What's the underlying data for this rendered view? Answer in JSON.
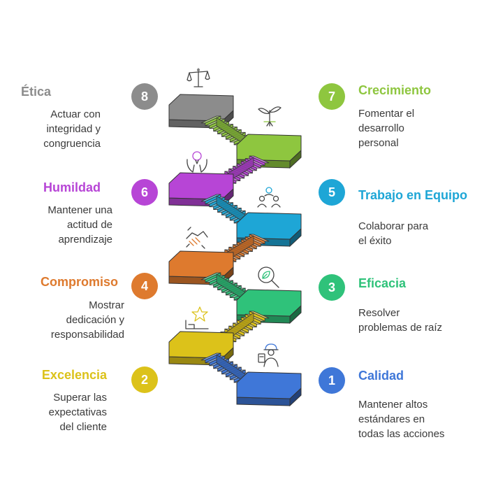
{
  "colors": {
    "blue": "#3f77d8",
    "yellow": "#dcc21a",
    "green": "#2fc27a",
    "orange": "#de7a2e",
    "cyan": "#1ea6d6",
    "purple": "#b745d6",
    "lime": "#8ec63f",
    "gray": "#8c8c8c"
  },
  "steps": [
    {
      "number": "1",
      "title": "Calidad",
      "description": "Mantener altos\nestándares en\ntodas las acciones",
      "color": "#3f77d8",
      "icon": "worker-icon"
    },
    {
      "number": "2",
      "title": "Excelencia",
      "description": "Superar las\nexpectativas\ndel cliente",
      "color": "#dcc21a",
      "icon": "star-trophy-icon"
    },
    {
      "number": "3",
      "title": "Eficacia",
      "description": "Resolver\nproblemas de raíz",
      "color": "#2fc27a",
      "icon": "magnifier-leaf-icon"
    },
    {
      "number": "4",
      "title": "Compromiso",
      "description": "Mostrar\ndedicación y\nresponsabilidad",
      "color": "#de7a2e",
      "icon": "handshake-icon"
    },
    {
      "number": "5",
      "title": "Trabajo en Equipo",
      "description": "Colaborar para\nel éxito",
      "color": "#1ea6d6",
      "icon": "team-icon"
    },
    {
      "number": "6",
      "title": "Humildad",
      "description": "Mantener una\nactitud de\naprendizaje",
      "color": "#b745d6",
      "icon": "open-hands-icon"
    },
    {
      "number": "7",
      "title": "Crecimiento",
      "description": "Fomentar el\ndesarrollo\npersonal",
      "color": "#8ec63f",
      "icon": "sprout-icon"
    },
    {
      "number": "8",
      "title": "Ética",
      "description": "Actuar con\nintegridad y\ncongruencia",
      "color": "#8c8c8c",
      "icon": "scale-icon"
    }
  ]
}
